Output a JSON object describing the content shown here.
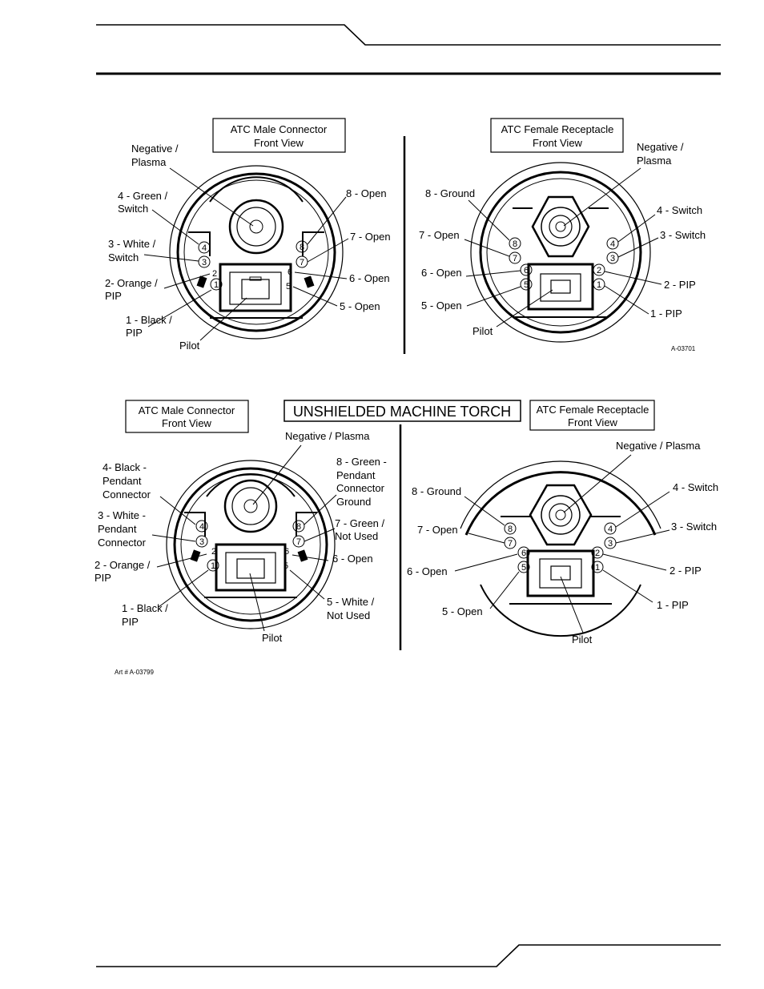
{
  "panels": {
    "top_male": {
      "title1": "ATC Male Connector",
      "title2": "Front View",
      "neg1": "Negative /",
      "neg2": "Plasma",
      "l4a": "4 -  Green  /",
      "l4b": "Switch",
      "l3a": "3 - White /",
      "l3b": "Switch",
      "l2a": "2- Orange /",
      "l2b": "PIP",
      "l1a": "1 - Black /",
      "l1b": "PIP",
      "pilot": "Pilot",
      "r8": "8 - Open",
      "r7": "7 - Open",
      "r6": "6 - Open",
      "r5": "5 - Open"
    },
    "top_female": {
      "title1": "ATC Female Receptacle",
      "title2": "Front View",
      "neg1": "Negative /",
      "neg2": "Plasma",
      "l8": "8 - Ground",
      "l7": "7 - Open",
      "l6": "6 - Open",
      "l5": "5 - Open",
      "pilot": "Pilot",
      "r4": "4 -  Switch",
      "r3": "3 - Switch",
      "r2": "2 - PIP",
      "r1": "1 - PIP",
      "art": "A-03701"
    },
    "banner": "UNSHIELDED MACHINE TORCH",
    "bottom_male": {
      "title1": "ATC Male Connector",
      "title2": "Front View",
      "neg": "Negative / Plasma",
      "l4a": "4- Black -",
      "l4b": "Pendant",
      "l4c": "Connector",
      "l3a": "3 - White -",
      "l3b": "Pendant",
      "l3c": "Connector",
      "l2a": "2 - Orange /",
      "l2b": "PIP",
      "l1a": "1 - Black /",
      "l1b": "PIP",
      "pilot": "Pilot",
      "r8a": "8 - Green -",
      "r8b": "Pendant",
      "r8c": "Connector",
      "r8d": "Ground",
      "r7a": "7 -  Green /",
      "r7b": "Not Used",
      "r6": "6 - Open",
      "r5a": "5 - White /",
      "r5b": "Not Used",
      "art": "Art # A-03799"
    },
    "bottom_female": {
      "title1": "ATC Female Receptacle",
      "title2": "Front View",
      "neg": "Negative / Plasma",
      "l8": "8 - Ground",
      "l7": "7 - Open",
      "l6": "6 - Open",
      "l5": "5 - Open",
      "pilot": "Pilot",
      "r4": "4 -  Switch",
      "r3": "3 -  Switch",
      "r2": "2 - PIP",
      "r1": "1 - PIP"
    }
  },
  "pins": [
    "1",
    "2",
    "3",
    "4",
    "5",
    "6",
    "7",
    "8"
  ]
}
